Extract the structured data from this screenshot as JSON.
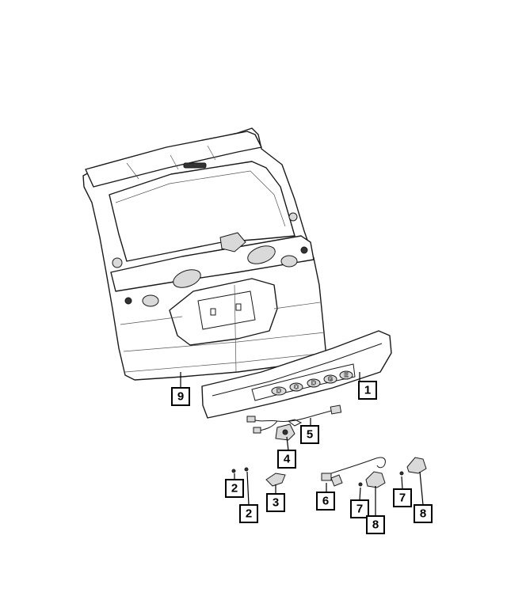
{
  "diagram": {
    "callouts": [
      {
        "id": "c1",
        "label": "1"
      },
      {
        "id": "c2a",
        "label": "2"
      },
      {
        "id": "c2b",
        "label": "2"
      },
      {
        "id": "c3",
        "label": "3"
      },
      {
        "id": "c4",
        "label": "4"
      },
      {
        "id": "c5",
        "label": "5"
      },
      {
        "id": "c6",
        "label": "6"
      },
      {
        "id": "c7a",
        "label": "7"
      },
      {
        "id": "c7b",
        "label": "7"
      },
      {
        "id": "c8a",
        "label": "8"
      },
      {
        "id": "c8b",
        "label": "8"
      },
      {
        "id": "c9",
        "label": "9"
      }
    ],
    "applique_badge_letters": [
      "D",
      "O",
      "D",
      "G",
      "E"
    ],
    "colors": {
      "line": "#1a1a1a",
      "background": "#ffffff"
    }
  }
}
